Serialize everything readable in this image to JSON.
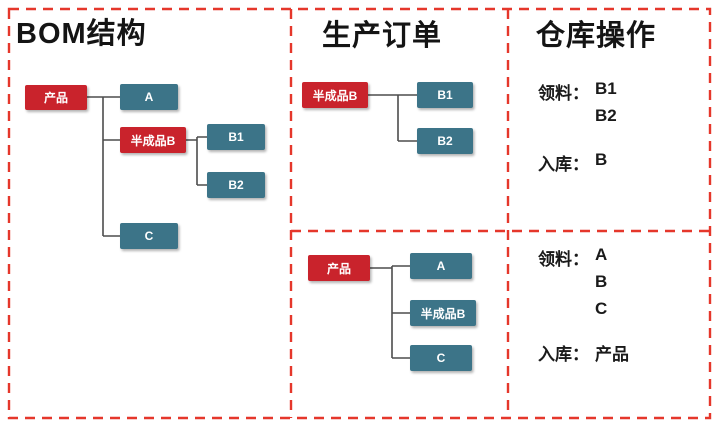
{
  "colors": {
    "red": "#c9232c",
    "teal": "#3c7488",
    "dash": "#e5372b"
  },
  "header": {
    "bom": "BOM结构",
    "orders": "生产订单",
    "warehouse": "仓库操作"
  },
  "bom": {
    "product": "产品",
    "a": "A",
    "semi_b": "半成品B",
    "b1": "B1",
    "b2": "B2",
    "c": "C"
  },
  "order1": {
    "root": "半成品B",
    "b1": "B1",
    "b2": "B2"
  },
  "order2": {
    "root": "产品",
    "a": "A",
    "semi_b": "半成品B",
    "c": "C"
  },
  "warehouse1": {
    "pick_label": "领料：",
    "pick_items": [
      "B1",
      "B2"
    ],
    "receive_label": "入库：",
    "receive_items": [
      "B"
    ]
  },
  "warehouse2": {
    "pick_label": "领料：",
    "pick_items": [
      "A",
      "B",
      "C"
    ],
    "receive_label": "入库：",
    "receive_items": [
      "产品"
    ]
  }
}
